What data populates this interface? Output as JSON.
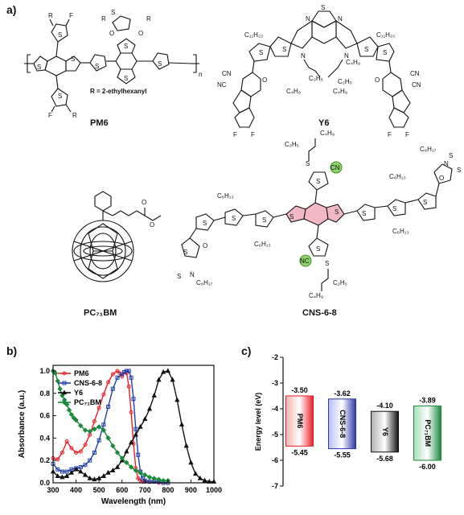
{
  "panels": {
    "a": "a)",
    "b": "b)",
    "c": "c)"
  },
  "molecules": {
    "pm6": {
      "name": "PM6",
      "r_note": "R = 2-ethylhexanyl",
      "atoms": {
        "S": "S",
        "F": "F",
        "R": "R",
        "O": "O",
        "n": "n"
      }
    },
    "y6": {
      "name": "Y6",
      "atoms": {
        "S": "S",
        "N": "N",
        "F": "F",
        "O": "O",
        "CN": "CN",
        "NC": "NC",
        "C11H23": "C₁₁H₂₃",
        "C4H9": "C₄H₉",
        "C2H5": "C₂H₅"
      }
    },
    "pc71bm": {
      "name": "PC₇₁BM",
      "atoms": {
        "O": "O"
      }
    },
    "cns": {
      "name": "CNS-6-8",
      "atoms": {
        "S": "S",
        "N": "N",
        "O": "O",
        "CN": "CN",
        "NC": "NC",
        "C4H9": "C₄H₉",
        "C2H5": "C₂H₅",
        "C6H13": "C₆H₁₃",
        "C8H17": "C₈H₁₇"
      }
    }
  },
  "chart_data": [
    {
      "type": "line",
      "xlabel": "Wavelength (nm)",
      "ylabel": "Absorbance (a.u.)",
      "xlim": [
        300,
        1000
      ],
      "ylim": [
        0.0,
        1.05
      ],
      "xticks": [
        "300",
        "400",
        "500",
        "600",
        "700",
        "800",
        "900",
        "1000"
      ],
      "yticks": [
        "0.0",
        "0.2",
        "0.4",
        "0.6",
        "0.8",
        "1.0"
      ],
      "legend_position": "top-left",
      "series": [
        {
          "name": "PM6",
          "color": "#e8202a",
          "marker": "circle",
          "x": [
            300,
            320,
            340,
            360,
            380,
            400,
            420,
            440,
            460,
            480,
            500,
            520,
            540,
            560,
            580,
            590,
            600,
            610,
            620,
            630,
            640,
            650,
            660,
            670,
            680,
            690,
            700,
            720,
            740,
            760,
            780,
            800
          ],
          "y": [
            0.22,
            0.21,
            0.27,
            0.37,
            0.31,
            0.27,
            0.28,
            0.34,
            0.43,
            0.55,
            0.67,
            0.79,
            0.9,
            0.97,
            1.0,
            0.98,
            0.95,
            0.99,
            0.98,
            0.86,
            0.63,
            0.35,
            0.13,
            0.04,
            0.02,
            0.01,
            0.01,
            0.01,
            0.01,
            0.0,
            0.0,
            0.0
          ]
        },
        {
          "name": "CNS-6-8",
          "color": "#1f3fa8",
          "marker": "square",
          "x": [
            300,
            320,
            340,
            360,
            380,
            400,
            420,
            440,
            460,
            480,
            500,
            520,
            540,
            560,
            580,
            600,
            610,
            620,
            630,
            640,
            650,
            660,
            670,
            680,
            690,
            700,
            720,
            740,
            760,
            780,
            800
          ],
          "y": [
            0.17,
            0.12,
            0.1,
            0.1,
            0.12,
            0.13,
            0.14,
            0.16,
            0.2,
            0.27,
            0.38,
            0.52,
            0.68,
            0.84,
            0.94,
            0.97,
            0.99,
            1.0,
            1.0,
            0.94,
            0.75,
            0.48,
            0.25,
            0.1,
            0.04,
            0.02,
            0.01,
            0.01,
            0.01,
            0.0,
            0.0
          ]
        },
        {
          "name": "Y6",
          "color": "#111111",
          "marker": "triangle",
          "x": [
            300,
            320,
            340,
            360,
            380,
            400,
            420,
            440,
            460,
            480,
            500,
            520,
            540,
            560,
            580,
            600,
            620,
            640,
            660,
            680,
            700,
            720,
            740,
            760,
            780,
            800,
            820,
            840,
            860,
            880,
            900,
            920,
            940,
            960,
            980,
            1000
          ],
          "y": [
            0.1,
            0.06,
            0.05,
            0.06,
            0.09,
            0.12,
            0.1,
            0.07,
            0.04,
            0.03,
            0.04,
            0.06,
            0.09,
            0.11,
            0.14,
            0.2,
            0.28,
            0.36,
            0.43,
            0.5,
            0.57,
            0.66,
            0.78,
            0.92,
            0.99,
            1.0,
            0.92,
            0.74,
            0.52,
            0.33,
            0.18,
            0.08,
            0.04,
            0.02,
            0.01,
            0.01
          ]
        },
        {
          "name": "PC₇₁BM",
          "color": "#1a8a3c",
          "marker": "diamond",
          "x": [
            300,
            310,
            320,
            330,
            340,
            350,
            360,
            370,
            380,
            390,
            400,
            420,
            440,
            460,
            480,
            500,
            520,
            540,
            560,
            580,
            600,
            620,
            640,
            660,
            680,
            700,
            720,
            740,
            760,
            780,
            800
          ],
          "y": [
            1.0,
            0.98,
            0.91,
            0.84,
            0.78,
            0.74,
            0.7,
            0.65,
            0.61,
            0.58,
            0.56,
            0.51,
            0.47,
            0.46,
            0.48,
            0.5,
            0.47,
            0.4,
            0.33,
            0.27,
            0.22,
            0.18,
            0.14,
            0.11,
            0.09,
            0.07,
            0.05,
            0.04,
            0.03,
            0.02,
            0.02
          ]
        }
      ]
    },
    {
      "type": "bar",
      "ylabel": "Energy level (eV)",
      "ylim": [
        -7,
        -2
      ],
      "yticks": [
        "-2",
        "-3",
        "-4",
        "-5",
        "-6",
        "-7"
      ],
      "categories": [
        "PM6",
        "CNS-6-8",
        "Y6",
        "PC₇₁BM"
      ],
      "bars": [
        {
          "label": "PM6",
          "lumo": -3.5,
          "homo": -5.45,
          "lumo_text": "-3.50",
          "homo_text": "-5.45",
          "color": "#e8202a"
        },
        {
          "label": "CNS-6-8",
          "lumo": -3.62,
          "homo": -5.55,
          "lumo_text": "-3.62",
          "homo_text": "-5.55",
          "color": "#2a39a8"
        },
        {
          "label": "Y6",
          "lumo": -4.1,
          "homo": -5.68,
          "lumo_text": "-4.10",
          "homo_text": "-5.68",
          "color": "#111111"
        },
        {
          "label": "PC₇₁BM",
          "lumo": -3.89,
          "homo": -6.0,
          "lumo_text": "-3.89",
          "homo_text": "-6.00",
          "color": "#1a8a3c"
        }
      ]
    }
  ]
}
